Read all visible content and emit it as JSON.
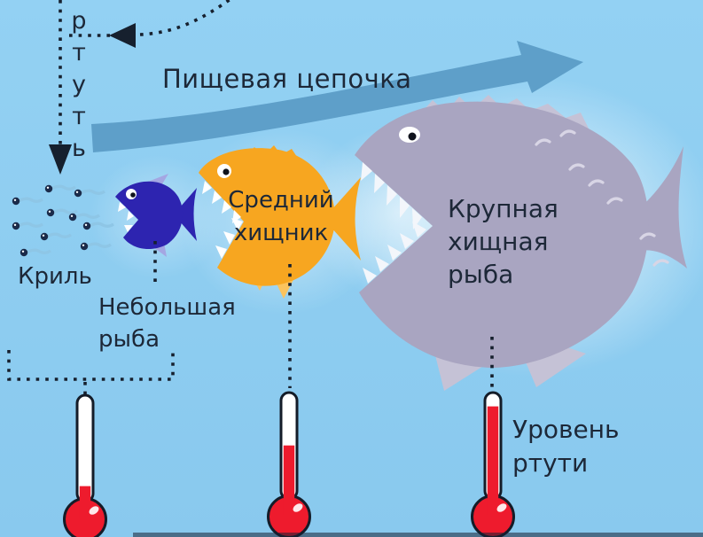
{
  "colors": {
    "sky": "#8ecdf0",
    "food_chain_arrow": "#5e9fc9",
    "text": "#1d2838",
    "dotted_line": "#16202e",
    "krill_body": "#1b2b4a",
    "krill_tail": "#8ec6e6",
    "small_fish": "#2d24b0",
    "small_fish_fins": "#a4a6e2",
    "medium_fish": "#f7a620",
    "large_fish": "#a9a5c1",
    "large_fish_accent": "#c5c2d6",
    "mercury": "#ee1b2d",
    "thermometer_outline": "#141c28"
  },
  "mercury_word": {
    "word": "ртуть",
    "letters": [
      "р",
      "т",
      "у",
      "т",
      "ь"
    ]
  },
  "food_chain": {
    "label": "Пищевая цепочка"
  },
  "labels": {
    "krill": "Криль",
    "small_fish": [
      "Небольшая",
      "рыба"
    ],
    "medium_fish": [
      "Средний",
      "хищник"
    ],
    "large_fish": [
      "Крупная",
      "хищная",
      "рыба"
    ],
    "mercury_level": [
      "Уровень",
      "ртути"
    ]
  },
  "thermometers": [
    {
      "name": "krill-mercury-level",
      "fill_percent": 15
    },
    {
      "name": "medium-predator-mercury-level",
      "fill_percent": 52
    },
    {
      "name": "large-fish-mercury-level",
      "fill_percent": 90
    }
  ]
}
